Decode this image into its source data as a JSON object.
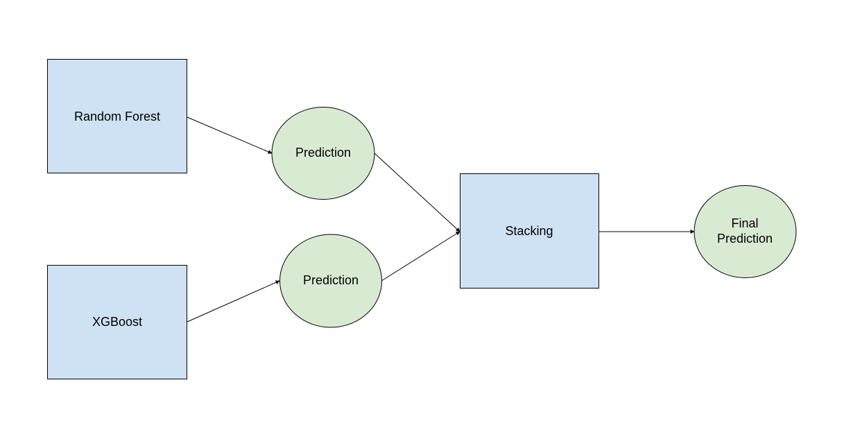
{
  "diagram": {
    "type": "flowchart",
    "colors": {
      "box_fill": "#cfe2f3",
      "ellipse_fill": "#d9ead3",
      "stroke": "#000000"
    },
    "nodes": {
      "random_forest": {
        "shape": "rectangle",
        "label": "Random Forest"
      },
      "xgboost": {
        "shape": "rectangle",
        "label": "XGBoost"
      },
      "prediction_1": {
        "shape": "ellipse",
        "label": "Prediction"
      },
      "prediction_2": {
        "shape": "ellipse",
        "label": "Prediction"
      },
      "stacking": {
        "shape": "rectangle",
        "label": "Stacking"
      },
      "final_prediction": {
        "shape": "ellipse",
        "label_line1": "Final",
        "label_line2": "Prediction"
      }
    },
    "edges": [
      {
        "from": "random_forest",
        "to": "prediction_1"
      },
      {
        "from": "xgboost",
        "to": "prediction_2"
      },
      {
        "from": "prediction_1",
        "to": "stacking"
      },
      {
        "from": "prediction_2",
        "to": "stacking"
      },
      {
        "from": "stacking",
        "to": "final_prediction"
      }
    ]
  }
}
